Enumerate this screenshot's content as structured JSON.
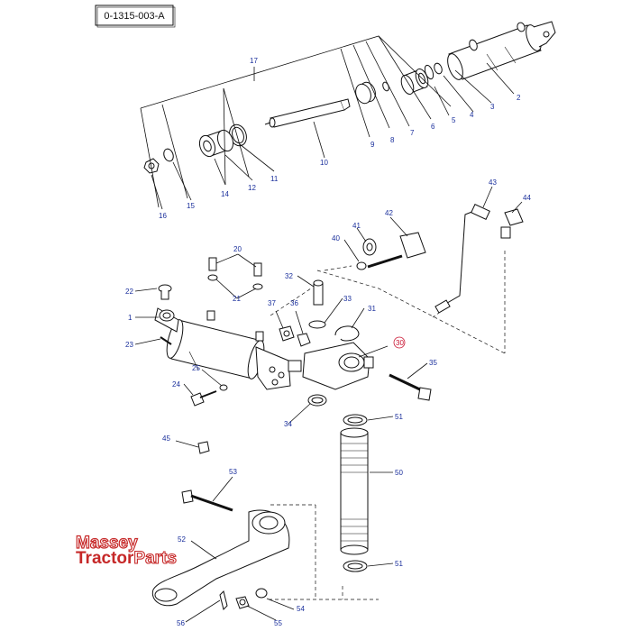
{
  "reference": "0-1315-003-A",
  "watermark": {
    "line1": "Massey",
    "line2a": "Tractor",
    "line2b": "Parts"
  },
  "callouts": {
    "c1": "1",
    "c2": "2",
    "c3": "3",
    "c4": "4",
    "c5": "5",
    "c6": "6",
    "c7": "7",
    "c8": "8",
    "c9": "9",
    "c10": "10",
    "c11": "11",
    "c12": "12",
    "c14": "14",
    "c15": "15",
    "c16": "16",
    "c17": "17",
    "c20": "20",
    "c21": "21",
    "c22": "22",
    "c23": "23",
    "c24": "24",
    "c25": "25",
    "c30": "30",
    "c31": "31",
    "c32": "32",
    "c33": "33",
    "c34": "34",
    "c35": "35",
    "c36": "36",
    "c37": "37",
    "c40": "40",
    "c41": "41",
    "c42": "42",
    "c43": "43",
    "c44": "44",
    "c45": "45",
    "c50": "50",
    "c51a": "51",
    "c51b": "51",
    "c52": "52",
    "c53": "53",
    "c54": "54",
    "c55": "55",
    "c56": "56"
  },
  "highlighted_part": "30"
}
